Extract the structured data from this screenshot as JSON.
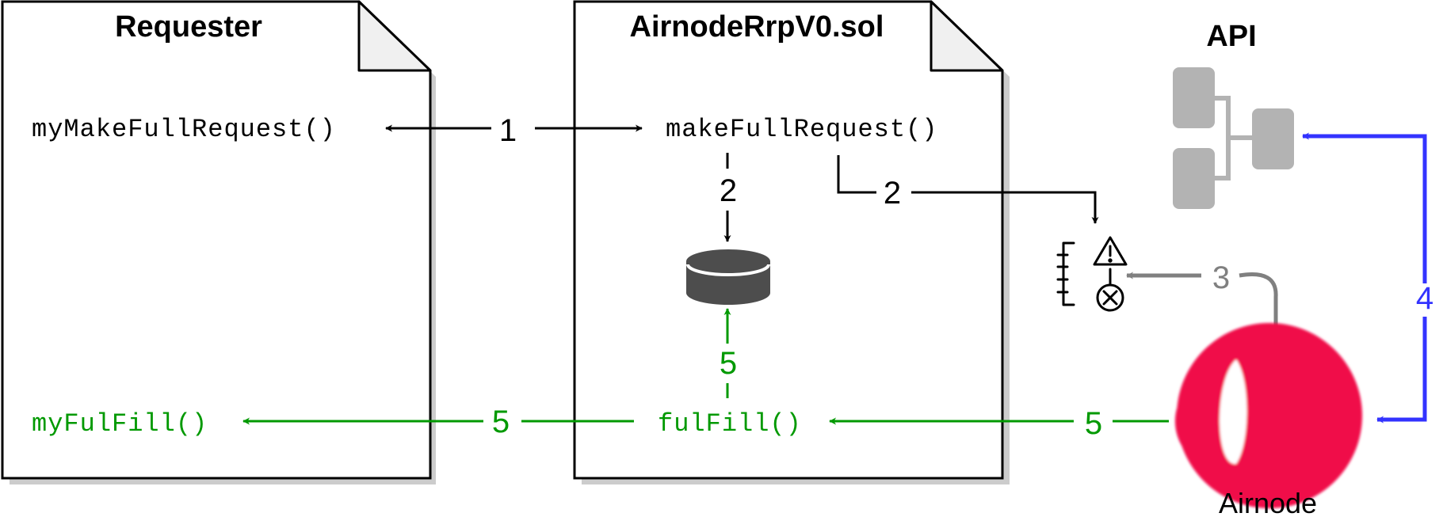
{
  "requester": {
    "title": "Requester",
    "request_fn": "myMakeFullRequest()",
    "fulfill_fn": "myFulFill()"
  },
  "contract": {
    "title": "AirnodeRrpV0.sol",
    "request_fn": "makeFullRequest()",
    "fulfill_fn": "fulFill()"
  },
  "api": {
    "title": "API"
  },
  "airnode": {
    "title": "Airnode"
  },
  "steps": {
    "s1": "1",
    "s2_storage": "2",
    "s2_event": "2",
    "s3": "3",
    "s4": "4",
    "s5_requester": "5",
    "s5_storage": "5",
    "s5_airnode": "5"
  },
  "icons": {
    "storage": "database-icon",
    "event_log": "event-log-warning-icon",
    "api": "api-tree-icon",
    "airnode": "airnode-logo"
  },
  "colors": {
    "request": "#000000",
    "fulfill": "#009900",
    "event": "#808080",
    "api_call": "#3333ff",
    "airnode": "#f0074a",
    "api_icon": "#b3b3b3",
    "database": "#4d4d4d"
  }
}
